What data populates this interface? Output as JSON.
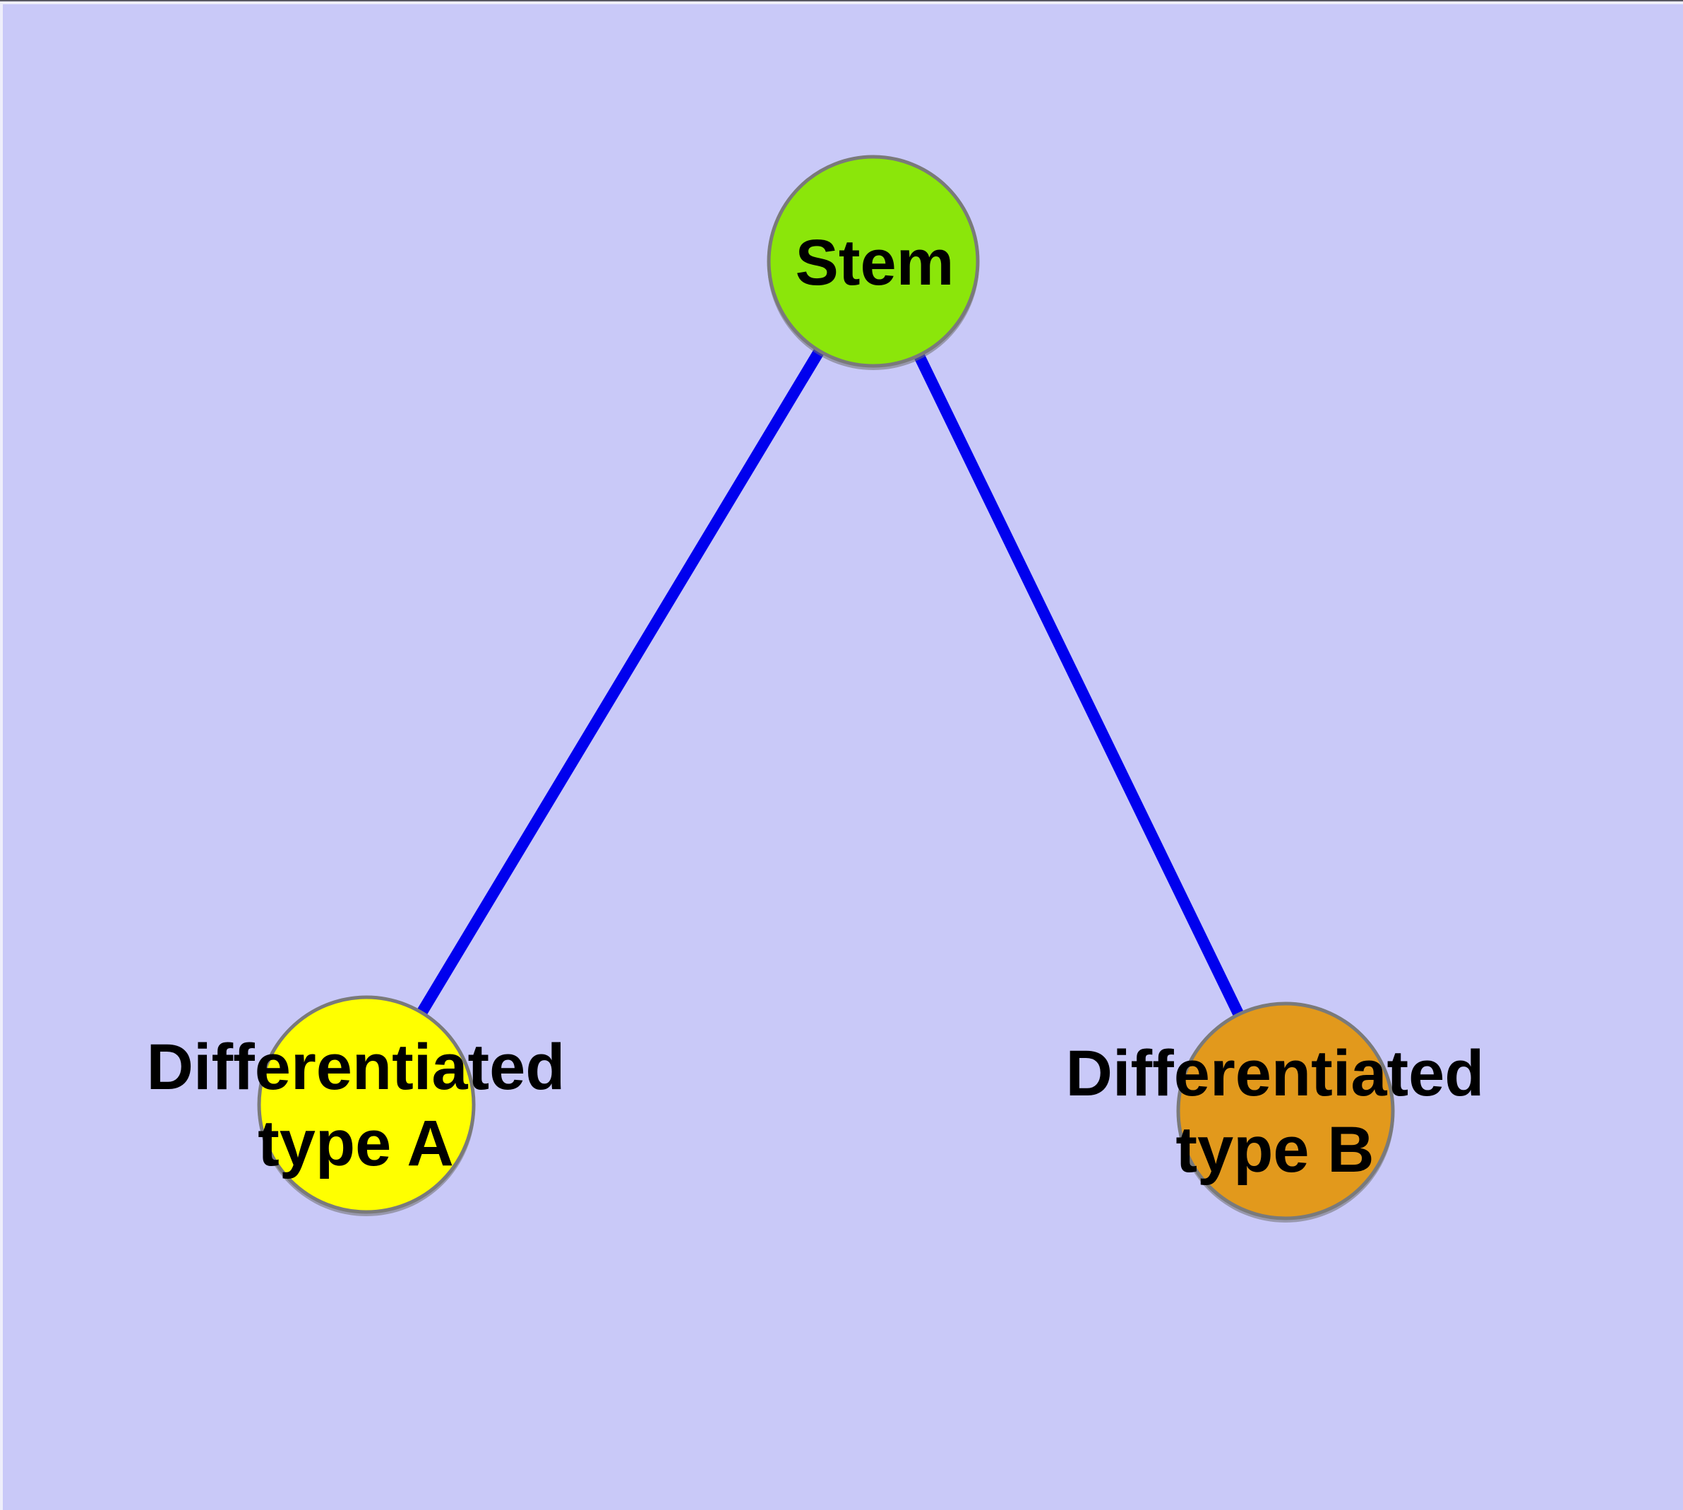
{
  "diagram": {
    "background_color": "#C9C9F8",
    "edge_color": "#0000EE",
    "node_border_color": "#7A7A7A",
    "label_color": "#000000",
    "nodes": [
      {
        "id": "stem",
        "label": "Stem",
        "color": "#8BE60A"
      },
      {
        "id": "differentiated-type-a",
        "label": "Differentiated type A",
        "line1": "Differentiated",
        "line2": "type A",
        "color": "#FFFF00"
      },
      {
        "id": "differentiated-type-b",
        "label": "Differentiated type B",
        "line1": "Differentiated",
        "line2": "type B",
        "color": "#E2991C"
      }
    ],
    "edges": [
      {
        "from": "Stem",
        "to": "Differentiated type A"
      },
      {
        "from": "Stem",
        "to": "Differentiated type B"
      }
    ]
  }
}
